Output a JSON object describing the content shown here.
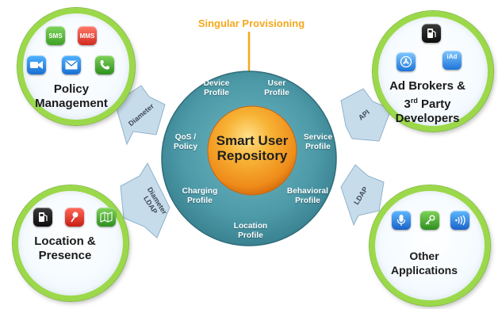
{
  "top_label": "Singular Provisioning",
  "center": {
    "title_line1": "Smart User",
    "title_line2": "Repository"
  },
  "profiles": {
    "device_line1": "Device",
    "device_line2": "Profile",
    "user_line1": "User",
    "user_line2": "Profile",
    "qos_line1": "QoS /",
    "qos_line2": "Policy",
    "service_line1": "Service",
    "service_line2": "Profile",
    "charging_line1": "Charging",
    "charging_line2": "Profile",
    "behavioral_line1": "Behavioral",
    "behavioral_line2": "Profile",
    "location_line1": "Location",
    "location_line2": "Profile"
  },
  "corners": {
    "policy": {
      "line1": "Policy",
      "line2": "Management"
    },
    "ad_brokers": {
      "line1": "Ad Brokers &",
      "line2_pre": "3",
      "line2_sup": "rd",
      "line2_post": " Party",
      "line3": "Developers"
    },
    "location": {
      "line1": "Location &",
      "line2": "Presence"
    },
    "other": {
      "line1": "Other Applications"
    }
  },
  "arrows": {
    "diameter_top": "Diameter",
    "api": "API",
    "diameter_ldap_line1": "Diameter",
    "diameter_ldap_line2": "LDAP",
    "ldap": "LDAP"
  },
  "icons": {
    "sms": "SMS",
    "mms": "MMS",
    "iad": "iAd"
  },
  "colors": {
    "accent_orange": "#f5a81c",
    "hub_teal": "#4d9aa8",
    "ring_green": "#9bd84a",
    "arrow_blue": "#bcd6e6"
  }
}
